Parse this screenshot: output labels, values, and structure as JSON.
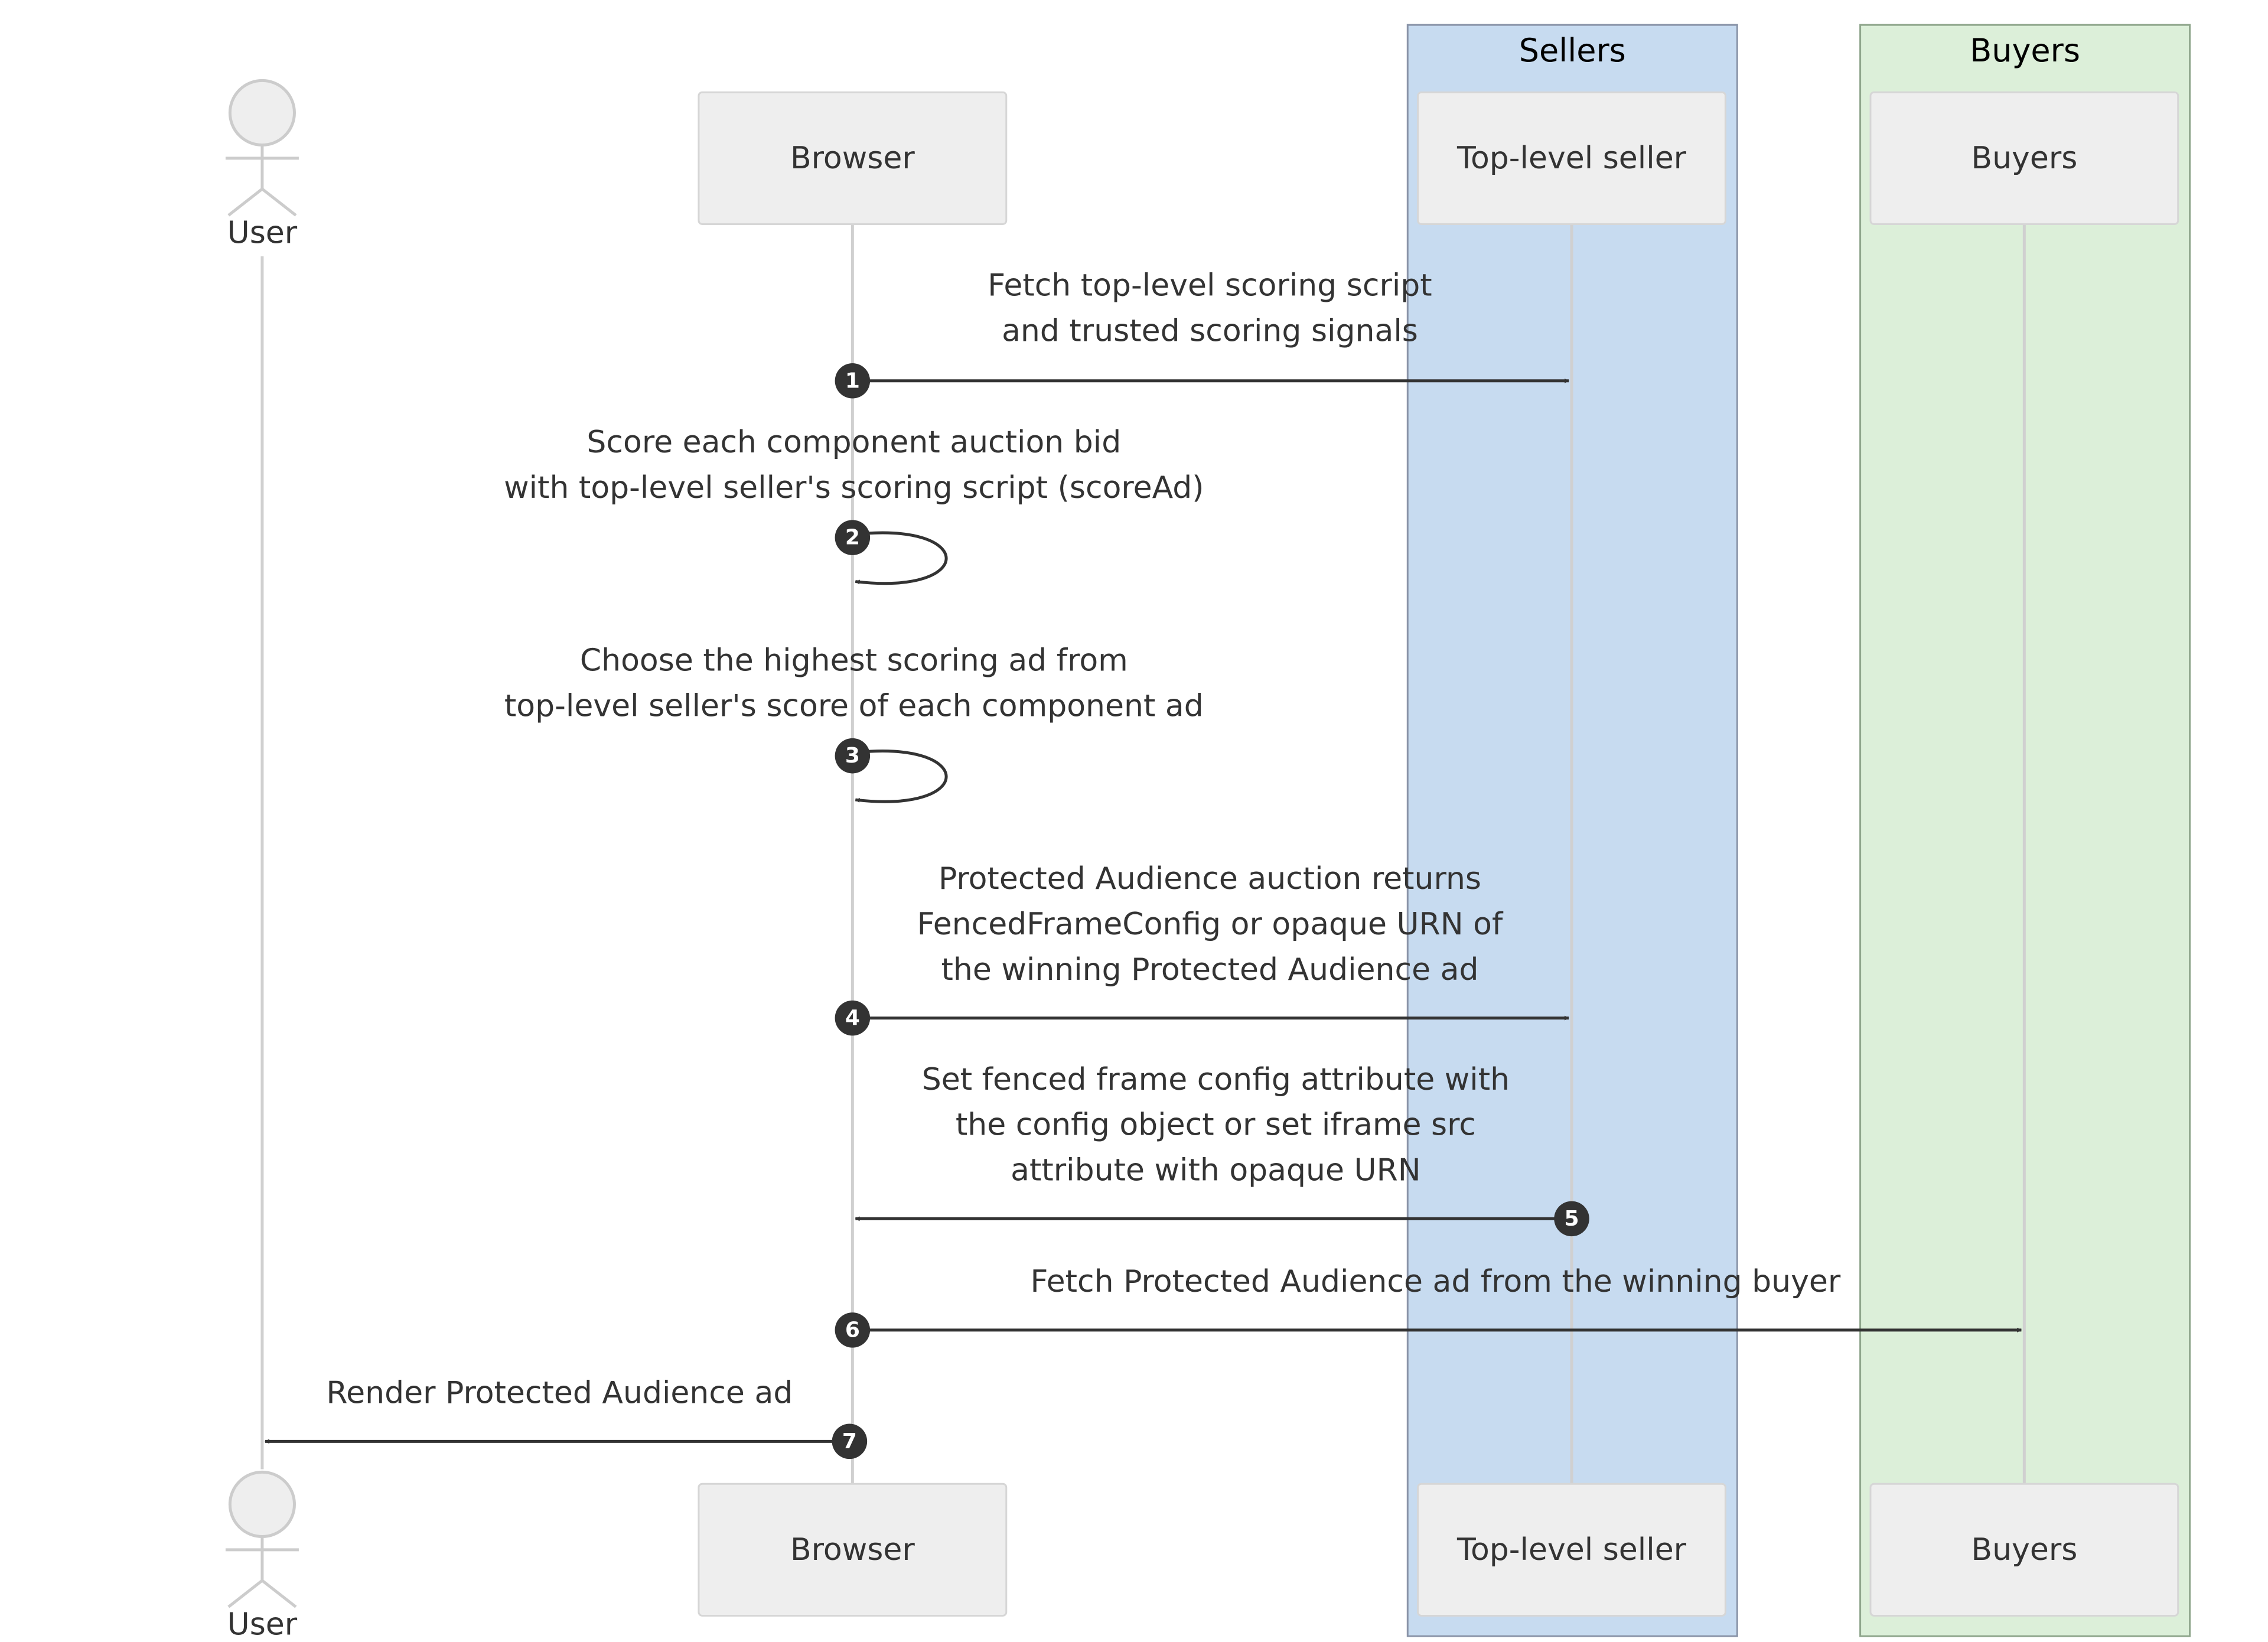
{
  "groups": [
    {
      "id": "sellers",
      "title": "Sellers",
      "color": "#c7dbf0"
    },
    {
      "id": "buyers",
      "title": "Buyers",
      "color": "#dcefd9"
    }
  ],
  "participants": [
    {
      "id": "user",
      "label": "User",
      "kind": "actor"
    },
    {
      "id": "browser",
      "label": "Browser",
      "kind": "box"
    },
    {
      "id": "seller",
      "label": "Top-level seller",
      "kind": "box"
    },
    {
      "id": "buyers",
      "label": "Buyers",
      "kind": "box"
    }
  ],
  "messages": [
    {
      "n": "1",
      "from": "browser",
      "to": "seller",
      "lines": [
        "Fetch top-level scoring script",
        "and trusted scoring signals"
      ]
    },
    {
      "n": "2",
      "from": "browser",
      "to": "browser",
      "lines": [
        "Score each component auction bid",
        "with top-level seller's scoring script (scoreAd)"
      ]
    },
    {
      "n": "3",
      "from": "browser",
      "to": "browser",
      "lines": [
        "Choose the highest scoring ad from",
        "top-level seller's score of each component ad"
      ]
    },
    {
      "n": "4",
      "from": "browser",
      "to": "seller",
      "lines": [
        "Protected Audience auction returns",
        "FencedFrameConfig or opaque URN of",
        "the winning Protected Audience ad"
      ]
    },
    {
      "n": "5",
      "from": "seller",
      "to": "browser",
      "lines": [
        "Set fenced frame config attribute with",
        "the config object or set iframe src",
        "attribute with opaque URN"
      ]
    },
    {
      "n": "6",
      "from": "browser",
      "to": "buyers",
      "lines": [
        "Fetch Protected Audience ad from the winning buyer"
      ]
    },
    {
      "n": "7",
      "from": "browser",
      "to": "user",
      "lines": [
        "Render Protected Audience ad"
      ]
    }
  ],
  "colors": {
    "line": "#d0d0d0",
    "box": "#eeeeee",
    "arrow": "#333333",
    "badge": "#333333"
  }
}
